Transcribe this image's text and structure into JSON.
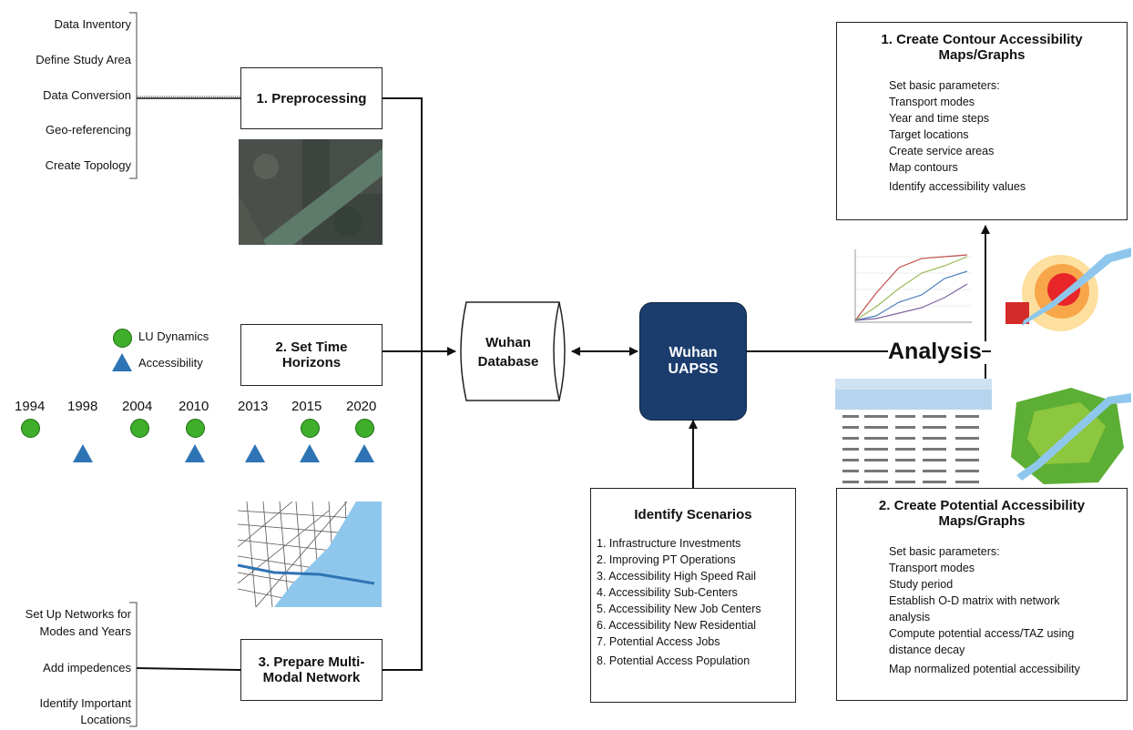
{
  "preprocessing_steps": [
    "Data Inventory",
    "Define Study Area",
    "Data Conversion",
    "Geo-referencing",
    "Create Topology"
  ],
  "preprocessing_box": "1. Preprocessing",
  "time_box": [
    "2. Set Time",
    "Horizons"
  ],
  "network_box": [
    "3. Prepare Multi-",
    "Modal Network"
  ],
  "legend": {
    "circle": "LU Dynamics",
    "triangle": "Accessibility"
  },
  "years": [
    {
      "year": "1994",
      "marker": "circle"
    },
    {
      "year": "1998",
      "marker": "triangle"
    },
    {
      "year": "2004",
      "marker": "circle"
    },
    {
      "year": "2010",
      "marker": "both"
    },
    {
      "year": "2013",
      "marker": "triangle"
    },
    {
      "year": "2015",
      "marker": "both"
    },
    {
      "year": "2020",
      "marker": "both"
    }
  ],
  "network_steps": {
    "step1": [
      "Set Up Networks for",
      "Modes and Years"
    ],
    "step2": "Add impedences",
    "step3": [
      "Identify Important",
      "Locations"
    ]
  },
  "database": [
    "Wuhan",
    "Database"
  ],
  "uapss": [
    "Wuhan",
    "UAPSS"
  ],
  "analysis": "Analysis",
  "scenarios": {
    "title": "Identify Scenarios",
    "items": [
      "1. Infrastructure Investments",
      "2. Improving PT Operations",
      "3. Accessibility High Speed Rail",
      "4. Accessibility Sub-Centers",
      "5. Accessibility New Job Centers",
      "6. Accessibility New Residential",
      "7. Potential Access Jobs",
      "8. Potential Access Population"
    ]
  },
  "contour_box": {
    "title": [
      "1. Create Contour Accessibility",
      "Maps/Graphs"
    ],
    "items": [
      "Set basic parameters:",
      "Transport modes",
      "Year and time steps",
      "Target locations",
      "Create service areas",
      "Map contours",
      "Identify accessibility values"
    ]
  },
  "potential_box": {
    "title": [
      "2. Create Potential Accessibility",
      "Maps/Graphs"
    ],
    "items": [
      "Set basic parameters:",
      "Transport modes",
      "Study period",
      "Establish O-D matrix with network",
      "analysis",
      "Compute potential access/TAZ using",
      "distance decay",
      "Map normalized potential accessibility"
    ]
  },
  "colors": {
    "uapss_fill": "#1b3d6e",
    "circle": "#3fae2a",
    "triangle": "#2e74b5",
    "line": "#111111"
  }
}
